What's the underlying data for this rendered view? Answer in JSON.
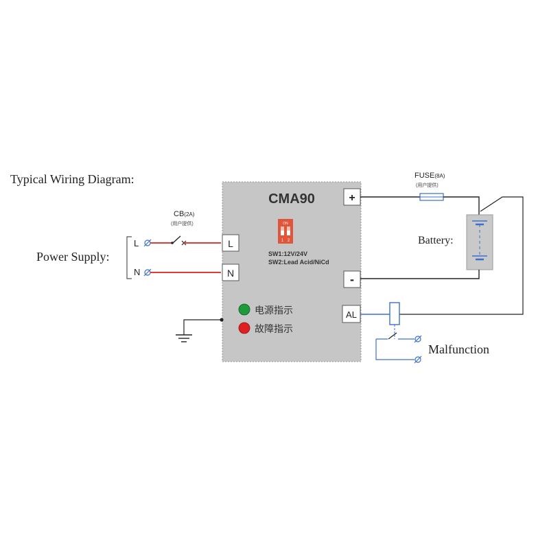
{
  "diagram": {
    "title": "Typical Wiring Diagram:",
    "power_supply_label": "Power Supply:",
    "battery_label": "Battery:",
    "malfunction_label": "Malfunction",
    "breaker": {
      "label": "CB",
      "rating": "(2A)",
      "note": "(用户提供)"
    },
    "fuse": {
      "label": "FUSE",
      "rating": "(8A)",
      "note": "(用户提供)"
    },
    "supply_terminals": {
      "line": "L",
      "neutral": "N"
    },
    "module": {
      "name": "CMA90",
      "terminals": {
        "L": "L",
        "N": "N",
        "plus": "+",
        "minus": "-",
        "AL": "AL"
      },
      "dip_switch": {
        "on_label": "ON",
        "pos1": "1",
        "pos2": "2"
      },
      "sw1_text": "SW1:12V/24V",
      "sw2_text": "SW2:Lead Acid/NiCd",
      "indicators": [
        {
          "label": "电源指示",
          "color": "#1f9a3a"
        },
        {
          "label": "故障指示",
          "color": "#e02020"
        }
      ]
    },
    "colors": {
      "panel": "#c6c6c6",
      "panel_border": "#9a9a9a",
      "wire_live": "#e33a3a",
      "wire_dark": "#222222",
      "wire_blue": "#3a6fd0",
      "battery": "#c9c9c9"
    }
  }
}
